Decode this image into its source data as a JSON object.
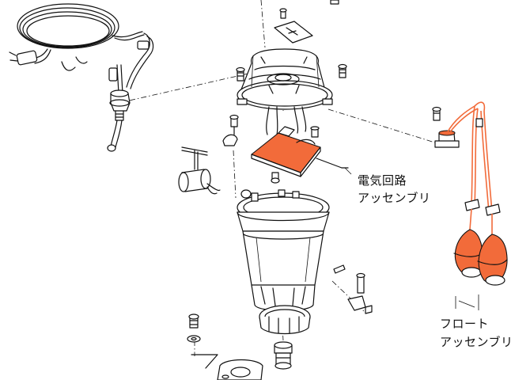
{
  "labels": {
    "circuit_line1": "電気回路",
    "circuit_line2": "アッセンブリ",
    "float_line1": "フロート",
    "float_line2": "アッセンブリ"
  },
  "colors": {
    "highlight": "#f26b3a",
    "line": "#111111",
    "background": "#ffffff"
  }
}
